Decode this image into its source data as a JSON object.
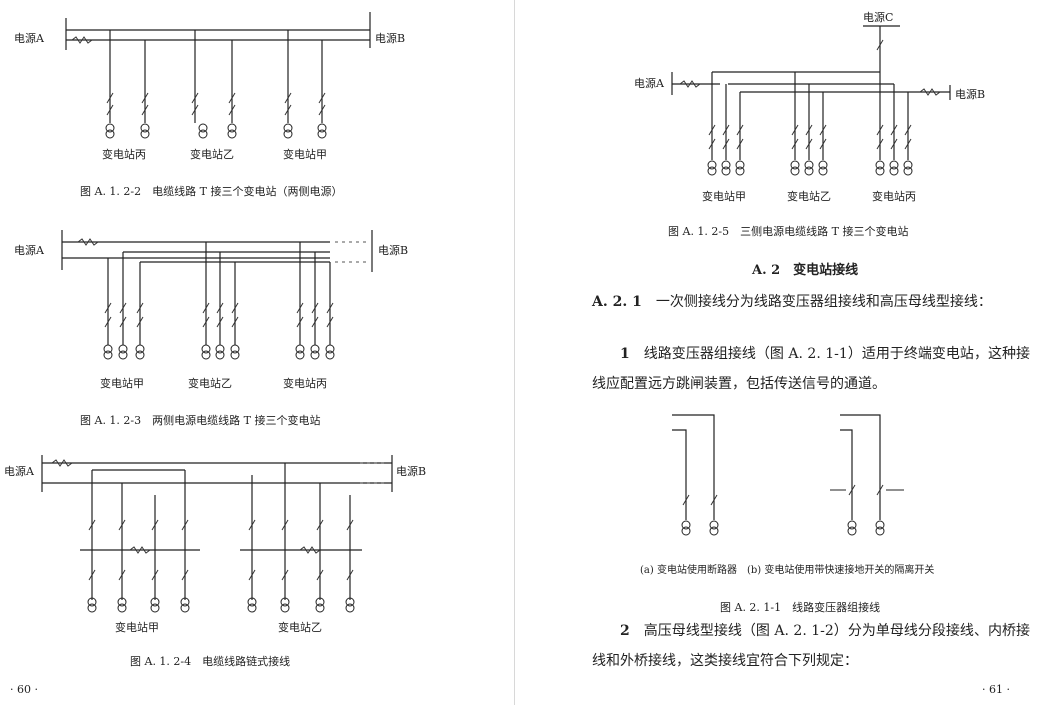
{
  "labels": {
    "src_a": "电源A",
    "src_b": "电源B",
    "src_c": "电源C",
    "sub_jia": "变电站甲",
    "sub_yi": "变电站乙",
    "sub_bing": "变电站丙"
  },
  "captions": {
    "fig_a122": "图 A. 1. 2-2　电缆线路 T 接三个变电站（两侧电源）",
    "fig_a123": "图 A. 1. 2-3　两侧电源电缆线路 T 接三个变电站",
    "fig_a124": "图 A. 1. 2-4　电缆线路链式接线",
    "fig_a125": "图 A. 1. 2-5　三侧电源电缆线路 T 接三个变电站",
    "fig_a211": "图 A. 2. 1-1　线路变压器组接线",
    "fig_a211_sub": "(a) 变电站使用断路器　(b) 变电站使用带快速接地开关的隔离开关"
  },
  "section": {
    "title": "A. 2　变电站接线"
  },
  "paragraphs": {
    "p1_num": "A. 2. 1",
    "p1_text": "一次侧接线分为线路变压器组接线和高压母线型接线：",
    "p2_num": "1",
    "p2_text": "线路变压器组接线（图 A. 2. 1-1）适用于终端变电站，这种接线应配置远方跳闸装置，包括传送信号的通道。",
    "p3_num": "2",
    "p3_text": "高压母线型接线（图 A. 2. 1-2）分为单母线分段接线、内桥接线和外桥接线，这类接线宜符合下列规定："
  },
  "page_numbers": {
    "left": "· 60 ·",
    "right": "· 61 ·"
  }
}
